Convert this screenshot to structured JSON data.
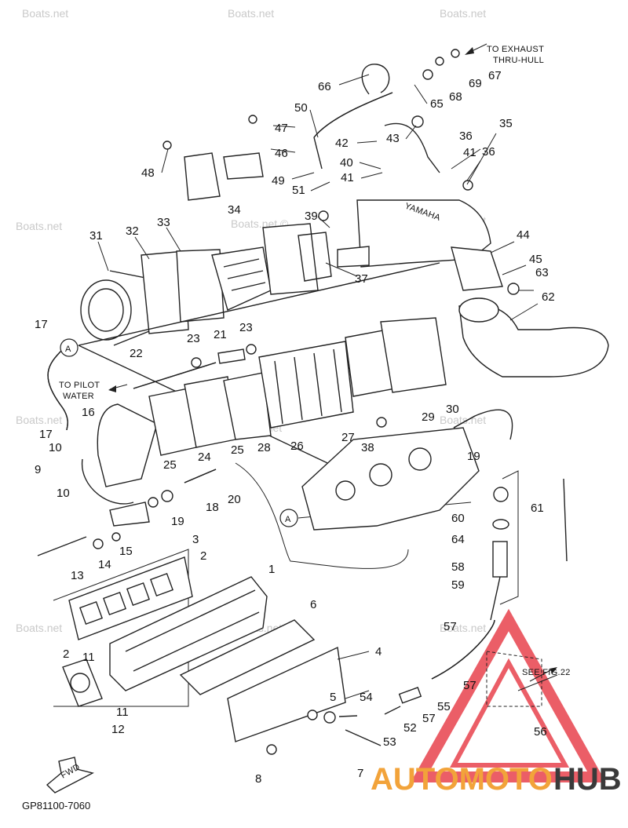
{
  "watermark": "Boats.net",
  "watermark_copyright": "Boats.net ©",
  "notes": {
    "to_exhaust_line1": "TO EXHAUST",
    "to_exhaust_line2": "THRU-HULL",
    "to_pilot_line1": "TO PILOT",
    "to_pilot_line2": "WATER",
    "see_fig": "SEE FIG.22",
    "ref_a": "A",
    "fwd": "FWD",
    "yamaha": "YAMAHA"
  },
  "figure_code": "GP81100-7060",
  "brand": {
    "part1": "AUTOMOTO",
    "part2": "HUB",
    "accent": "#f2a33a",
    "dark": "#3a3a3a",
    "logo_red": "#e8434d"
  },
  "callouts": [
    "1",
    "2",
    "2",
    "3",
    "4",
    "5",
    "6",
    "7",
    "8",
    "9",
    "10",
    "10",
    "11",
    "11",
    "12",
    "13",
    "14",
    "15",
    "16",
    "17",
    "17",
    "18",
    "19",
    "19",
    "20",
    "21",
    "22",
    "23",
    "23",
    "24",
    "25",
    "25",
    "26",
    "27",
    "28",
    "29",
    "30",
    "31",
    "32",
    "33",
    "34",
    "35",
    "36",
    "36",
    "37",
    "38",
    "39",
    "40",
    "41",
    "41",
    "42",
    "43",
    "44",
    "45",
    "46",
    "47",
    "48",
    "49",
    "50",
    "51",
    "52",
    "53",
    "54",
    "55",
    "56",
    "57",
    "57",
    "57",
    "58",
    "59",
    "60",
    "61",
    "62",
    "63",
    "64",
    "65",
    "66",
    "67",
    "68",
    "69"
  ]
}
